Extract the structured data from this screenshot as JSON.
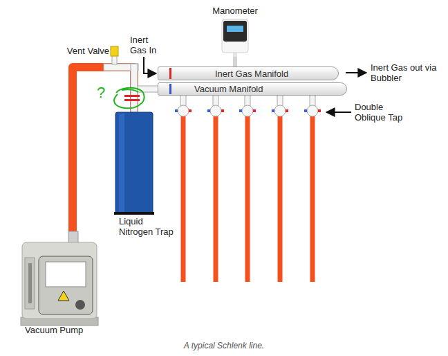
{
  "diagram": {
    "caption": "A typical Schlenk line.",
    "nodes": [
      {
        "text": [
          "Manometer"
        ]
      },
      {
        "text": [
          "Inert Gas Manifold"
        ]
      },
      {
        "text": [
          "Vacuum Manifold"
        ]
      },
      {
        "text": [
          "Liquid Nitrogen Trap"
        ]
      },
      {
        "text": [
          "Vacuum Pump"
        ]
      }
    ],
    "edges": [
      {
        "from": 0,
        "to": 1,
        "arrow": "none"
      },
      {
        "from": 4,
        "to": 3,
        "arrow": "none"
      }
    ],
    "labels": [
      "Vent Valve",
      "Inert Gas In",
      "Inert Gas out via Bubbler",
      "Double Oblique Tap",
      "?"
    ]
  }
}
